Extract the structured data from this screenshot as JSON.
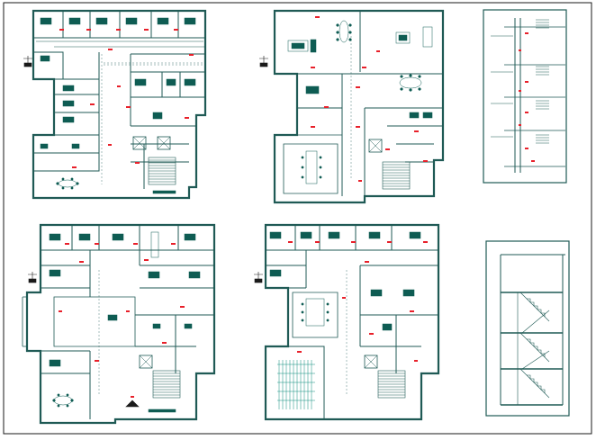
{
  "drawing": {
    "colors": {
      "line": "#1f5a55",
      "accent": "#0d8c7c",
      "dimension": "#e8202a",
      "furniture": "#0e5c53",
      "background": "#ffffff"
    },
    "panels": [
      {
        "name": "floor-plan-1",
        "kind": "plan",
        "rooms": 15,
        "has_conference": true
      },
      {
        "name": "floor-plan-2",
        "kind": "plan",
        "rooms": 10,
        "has_conference": true
      },
      {
        "name": "riser-diagram",
        "kind": "schematic"
      },
      {
        "name": "floor-plan-3",
        "kind": "plan",
        "rooms": 16,
        "has_conference": true
      },
      {
        "name": "floor-plan-4",
        "kind": "plan",
        "rooms": 14,
        "has_conference": true
      },
      {
        "name": "staircase-section",
        "kind": "section",
        "flights": 3
      }
    ]
  }
}
